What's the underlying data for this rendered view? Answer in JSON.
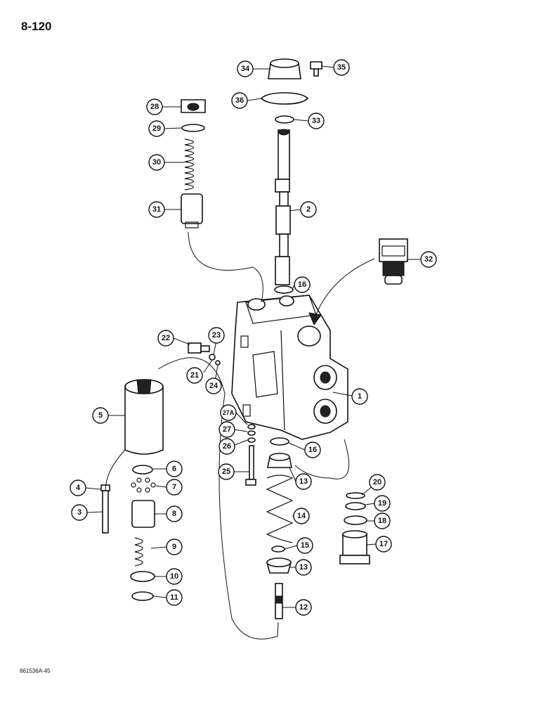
{
  "page_number": "8-120",
  "reference_code": "861536A-45",
  "callouts": {
    "c1": "1",
    "c2": "2",
    "c3": "3",
    "c4": "4",
    "c5": "5",
    "c6": "6",
    "c7": "7",
    "c8": "8",
    "c9": "9",
    "c10": "10",
    "c11": "11",
    "c12": "12",
    "c13a": "13",
    "c13b": "13",
    "c14": "14",
    "c15": "15",
    "c16a": "16",
    "c16b": "16",
    "c17": "17",
    "c18": "18",
    "c19": "19",
    "c20": "20",
    "c21": "21",
    "c22": "22",
    "c23": "23",
    "c24": "24",
    "c25": "25",
    "c26": "26",
    "c27": "27",
    "c27a": "27A",
    "c28": "28",
    "c29": "29",
    "c30": "30",
    "c31": "31",
    "c32": "32",
    "c33": "33",
    "c34": "34",
    "c35": "35",
    "c36": "36"
  }
}
